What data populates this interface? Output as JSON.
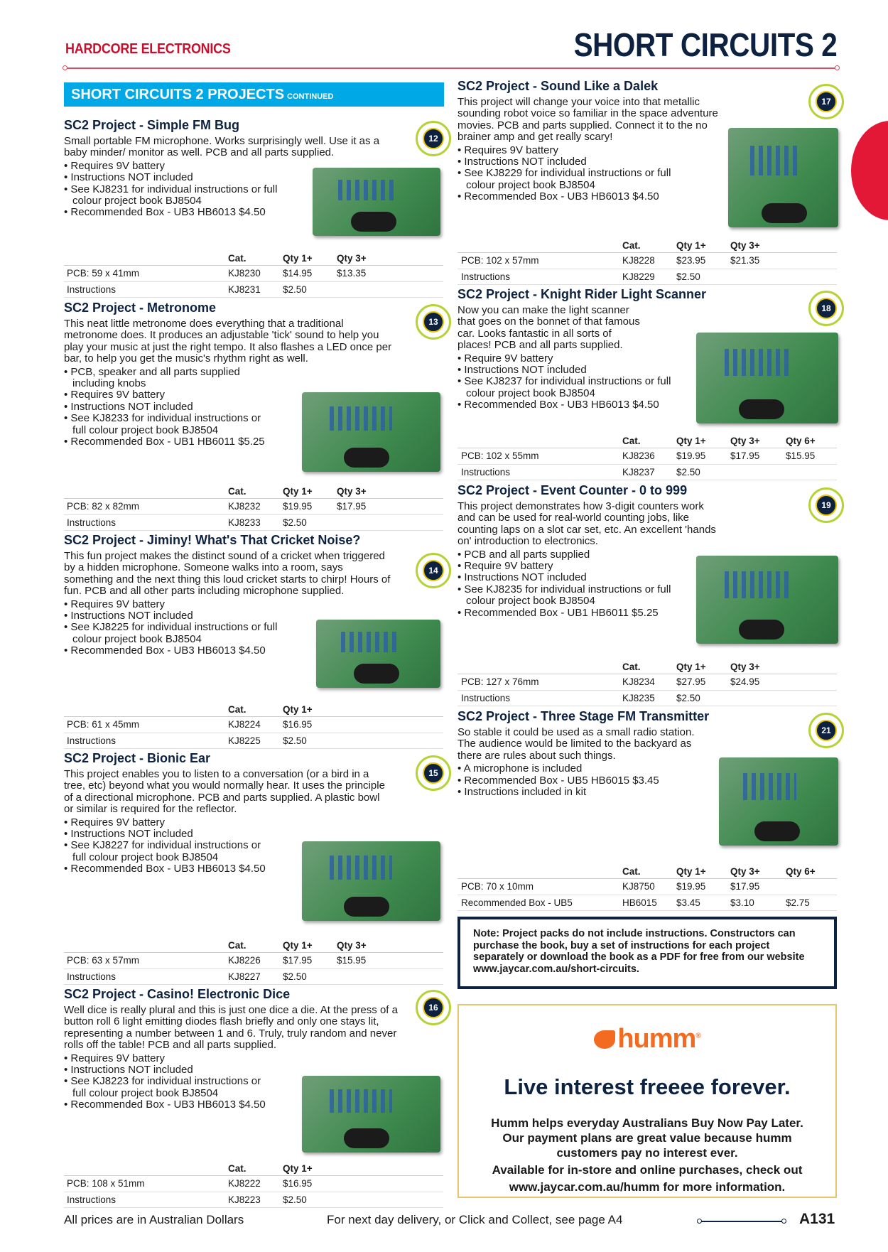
{
  "header": {
    "section": "HARDCORE ELECTRONICS",
    "title": "SHORT CIRCUITS 2"
  },
  "banner": {
    "title": "SHORT CIRCUITS 2 PROJECTS",
    "suffix": "CONTINUED"
  },
  "colors": {
    "brand_red": "#c8102e",
    "navy": "#0d2240",
    "banner_blue": "#00a9e6",
    "badge_green": "#b5d334",
    "humm_orange": "#f26b21"
  },
  "products": [
    {
      "title": "SC2 Project - Simple FM Bug",
      "badge": "12",
      "desc": "Small portable FM microphone. Works surprisingly well. Use it as a baby minder/ monitor as well. PCB and all parts supplied.",
      "bullets": [
        "Requires 9V battery",
        "Instructions NOT included",
        "See KJ8231 for individual instructions or full colour project book BJ8504",
        "Recommended Box - UB3 HB6013 $4.50"
      ],
      "table": {
        "headers": [
          "",
          "Cat.",
          "Qty 1+",
          "Qty 3+"
        ],
        "rows": [
          [
            "PCB: 59 x 41mm",
            "KJ8230",
            "$14.95",
            "$13.35"
          ],
          [
            "Instructions",
            "KJ8231",
            "$2.50",
            ""
          ]
        ]
      }
    },
    {
      "title": "SC2 Project - Metronome",
      "badge": "13",
      "desc": "This neat little metronome does everything that a traditional metronome does. It produces an adjustable 'tick' sound to help you play your music at just the right tempo. It also flashes a LED once per bar, to help you get the music's rhythm right as well.",
      "bullets": [
        "PCB, speaker and all parts supplied including knobs",
        "Requires 9V battery",
        "Instructions NOT included",
        "See KJ8233 for individual instructions or full colour project book BJ8504",
        "Recommended Box - UB1 HB6011 $5.25"
      ],
      "table": {
        "headers": [
          "",
          "Cat.",
          "Qty 1+",
          "Qty 3+"
        ],
        "rows": [
          [
            "PCB: 82 x 82mm",
            "KJ8232",
            "$19.95",
            "$17.95"
          ],
          [
            "Instructions",
            "KJ8233",
            "$2.50",
            ""
          ]
        ]
      }
    },
    {
      "title": "SC2 Project - Jiminy! What's That Cricket Noise?",
      "badge": "14",
      "desc": "This fun project makes the distinct sound of a cricket when triggered by a hidden microphone. Someone walks into a room, says something and the next thing this loud cricket starts to chirp! Hours of fun. PCB and all other parts including microphone supplied.",
      "bullets": [
        "Requires 9V battery",
        "Instructions NOT included",
        "See KJ8225 for individual instructions or full colour project book BJ8504",
        "Recommended Box - UB3 HB6013 $4.50"
      ],
      "table": {
        "headers": [
          "",
          "Cat.",
          "Qty 1+"
        ],
        "rows": [
          [
            "PCB: 61 x 45mm",
            "KJ8224",
            "$16.95"
          ],
          [
            "Instructions",
            "KJ8225",
            "$2.50"
          ]
        ]
      }
    },
    {
      "title": "SC2 Project - Bionic Ear",
      "badge": "15",
      "desc": "This project enables you to listen to a conversation (or a bird in a tree, etc) beyond what you would normally hear. It uses the principle of a directional microphone. PCB and parts supplied. A plastic bowl or similar is required for the reflector.",
      "bullets": [
        "Requires 9V battery",
        "Instructions NOT included",
        "See KJ8227 for individual instructions or full colour project book BJ8504",
        "Recommended Box - UB3 HB6013 $4.50"
      ],
      "table": {
        "headers": [
          "",
          "Cat.",
          "Qty 1+",
          "Qty 3+"
        ],
        "rows": [
          [
            "PCB: 63 x 57mm",
            "KJ8226",
            "$17.95",
            "$15.95"
          ],
          [
            "Instructions",
            "KJ8227",
            "$2.50",
            ""
          ]
        ]
      }
    },
    {
      "title": "SC2 Project - Casino! Electronic Dice",
      "badge": "16",
      "desc": "Well dice is really plural and this is just one dice a die. At the press of a button roll 6 light emitting diodes flash briefly and only one stays lit, representing a number between 1 and 6. Truly, truly random and never rolls off the table! PCB and all parts supplied.",
      "bullets": [
        "Requires 9V battery",
        "Instructions NOT included",
        "See KJ8223 for individual instructions or full colour project book BJ8504",
        "Recommended Box - UB3 HB6013 $4.50"
      ],
      "table": {
        "headers": [
          "",
          "Cat.",
          "Qty 1+"
        ],
        "rows": [
          [
            "PCB: 108 x 51mm",
            "KJ8222",
            "$16.95"
          ],
          [
            "Instructions",
            "KJ8223",
            "$2.50"
          ]
        ]
      }
    },
    {
      "title": "SC2 Project - Sound Like a Dalek",
      "badge": "17",
      "desc": "This project will change your voice into that metallic sounding robot voice so familiar in the space adventure movies. PCB and parts supplied. Connect it to the no brainer amp and get really scary!",
      "bullets": [
        "Requires 9V battery",
        "Instructions NOT included",
        "See KJ8229 for individual instructions or full colour project book BJ8504",
        "Recommended Box - UB3 HB6013 $4.50"
      ],
      "table": {
        "headers": [
          "",
          "Cat.",
          "Qty 1+",
          "Qty 3+"
        ],
        "rows": [
          [
            "PCB: 102 x 57mm",
            "KJ8228",
            "$23.95",
            "$21.35"
          ],
          [
            "Instructions",
            "KJ8229",
            "$2.50",
            ""
          ]
        ]
      }
    },
    {
      "title": "SC2 Project - Knight Rider Light Scanner",
      "badge": "18",
      "desc": "Now you can make the light scanner that goes on the bonnet of that famous car. Looks fantastic in all sorts of places! PCB and all parts supplied.",
      "bullets": [
        "Require 9V battery",
        "Instructions NOT included",
        "See KJ8237 for individual instructions or full colour project book BJ8504",
        "Recommended Box - UB3 HB6013 $4.50"
      ],
      "table": {
        "headers": [
          "",
          "Cat.",
          "Qty 1+",
          "Qty 3+",
          "Qty 6+"
        ],
        "rows": [
          [
            "PCB: 102 x 55mm",
            "KJ8236",
            "$19.95",
            "$17.95",
            "$15.95"
          ],
          [
            "Instructions",
            "KJ8237",
            "$2.50",
            "",
            ""
          ]
        ]
      }
    },
    {
      "title": "SC2 Project - Event Counter - 0 to 999",
      "badge": "19",
      "desc": "This project demonstrates how 3-digit counters work and can be used for real-world counting jobs, like counting laps on a slot car set, etc. An excellent 'hands on' introduction to electronics.",
      "bullets": [
        "PCB and all parts supplied",
        "Require 9V battery",
        "Instructions NOT included",
        "See KJ8235 for individual instructions or full colour project book BJ8504",
        "Recommended Box - UB1 HB6011 $5.25"
      ],
      "table": {
        "headers": [
          "",
          "Cat.",
          "Qty 1+",
          "Qty 3+"
        ],
        "rows": [
          [
            "PCB: 127 x 76mm",
            "KJ8234",
            "$27.95",
            "$24.95"
          ],
          [
            "Instructions",
            "KJ8235",
            "$2.50",
            ""
          ]
        ]
      }
    },
    {
      "title": "SC2 Project - Three Stage FM Transmitter",
      "badge": "21",
      "desc": "So stable it could be used as a small radio station. The audience would be limited to the backyard as there are rules about such things.",
      "bullets": [
        "A microphone is included",
        "Recommended Box - UB5 HB6015 $3.45",
        "Instructions included in kit"
      ],
      "table": {
        "headers": [
          "",
          "Cat.",
          "Qty 1+",
          "Qty 3+",
          "Qty 6+"
        ],
        "rows": [
          [
            "PCB: 70 x 10mm",
            "KJ8750",
            "$19.95",
            "$17.95",
            ""
          ],
          [
            "Recommended Box - UB5",
            "HB6015",
            "$3.45",
            "$3.10",
            "$2.75"
          ]
        ]
      }
    }
  ],
  "note": "Note: Project packs do not include instructions. Constructors can purchase the book, buy a set of instructions for each project separately or download the book as a PDF for free from our website www.jaycar.com.au/short-circuits.",
  "humm": {
    "logo": "humm",
    "tagline": "Live interest freeee forever.",
    "body": [
      "Humm helps everyday Australians Buy Now Pay Later.",
      "Our payment plans are great value because humm",
      "customers pay no interest ever.",
      "Available for in-store and online purchases, check out",
      "www.jaycar.com.au/humm for more information."
    ]
  },
  "footer": {
    "left": "All prices are in Australian Dollars",
    "middle": "For next day delivery, or Click and Collect, see page A4",
    "page": "A131"
  }
}
